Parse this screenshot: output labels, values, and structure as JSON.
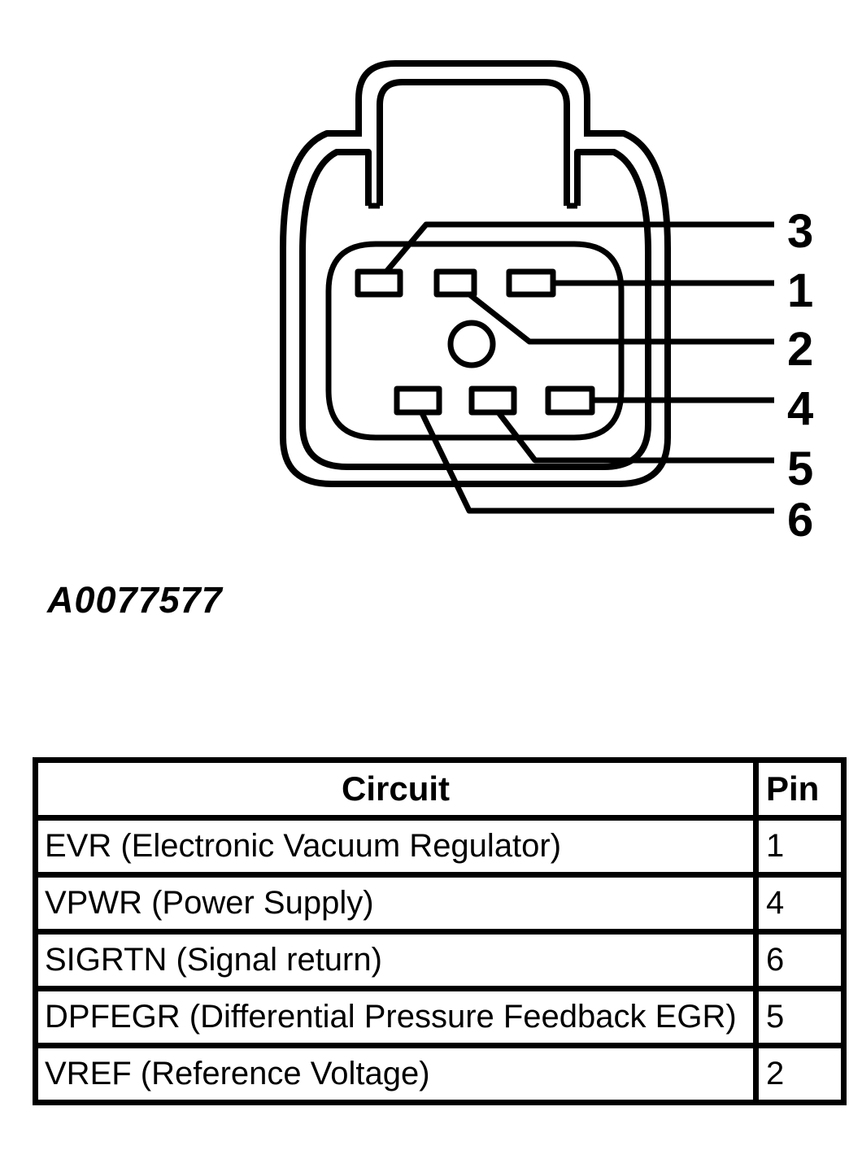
{
  "figure": {
    "label": "A0077577",
    "callouts": [
      "3",
      "1",
      "2",
      "4",
      "5",
      "6"
    ],
    "description": "6-pin electrical connector face view with numbered terminal callouts"
  },
  "pin_table": {
    "headers": {
      "circuit": "Circuit",
      "pin": "Pin"
    },
    "rows": [
      {
        "circuit": "EVR (Electronic Vacuum Regulator)",
        "pin": "1"
      },
      {
        "circuit": "VPWR (Power Supply)",
        "pin": "4"
      },
      {
        "circuit": "SIGRTN (Signal return)",
        "pin": "6"
      },
      {
        "circuit": "DPFEGR (Differential Pressure Feedback EGR)",
        "pin": "5"
      },
      {
        "circuit": "VREF (Reference Voltage)",
        "pin": "2"
      }
    ]
  },
  "colors": {
    "ink": "#000000",
    "background": "#ffffff"
  }
}
